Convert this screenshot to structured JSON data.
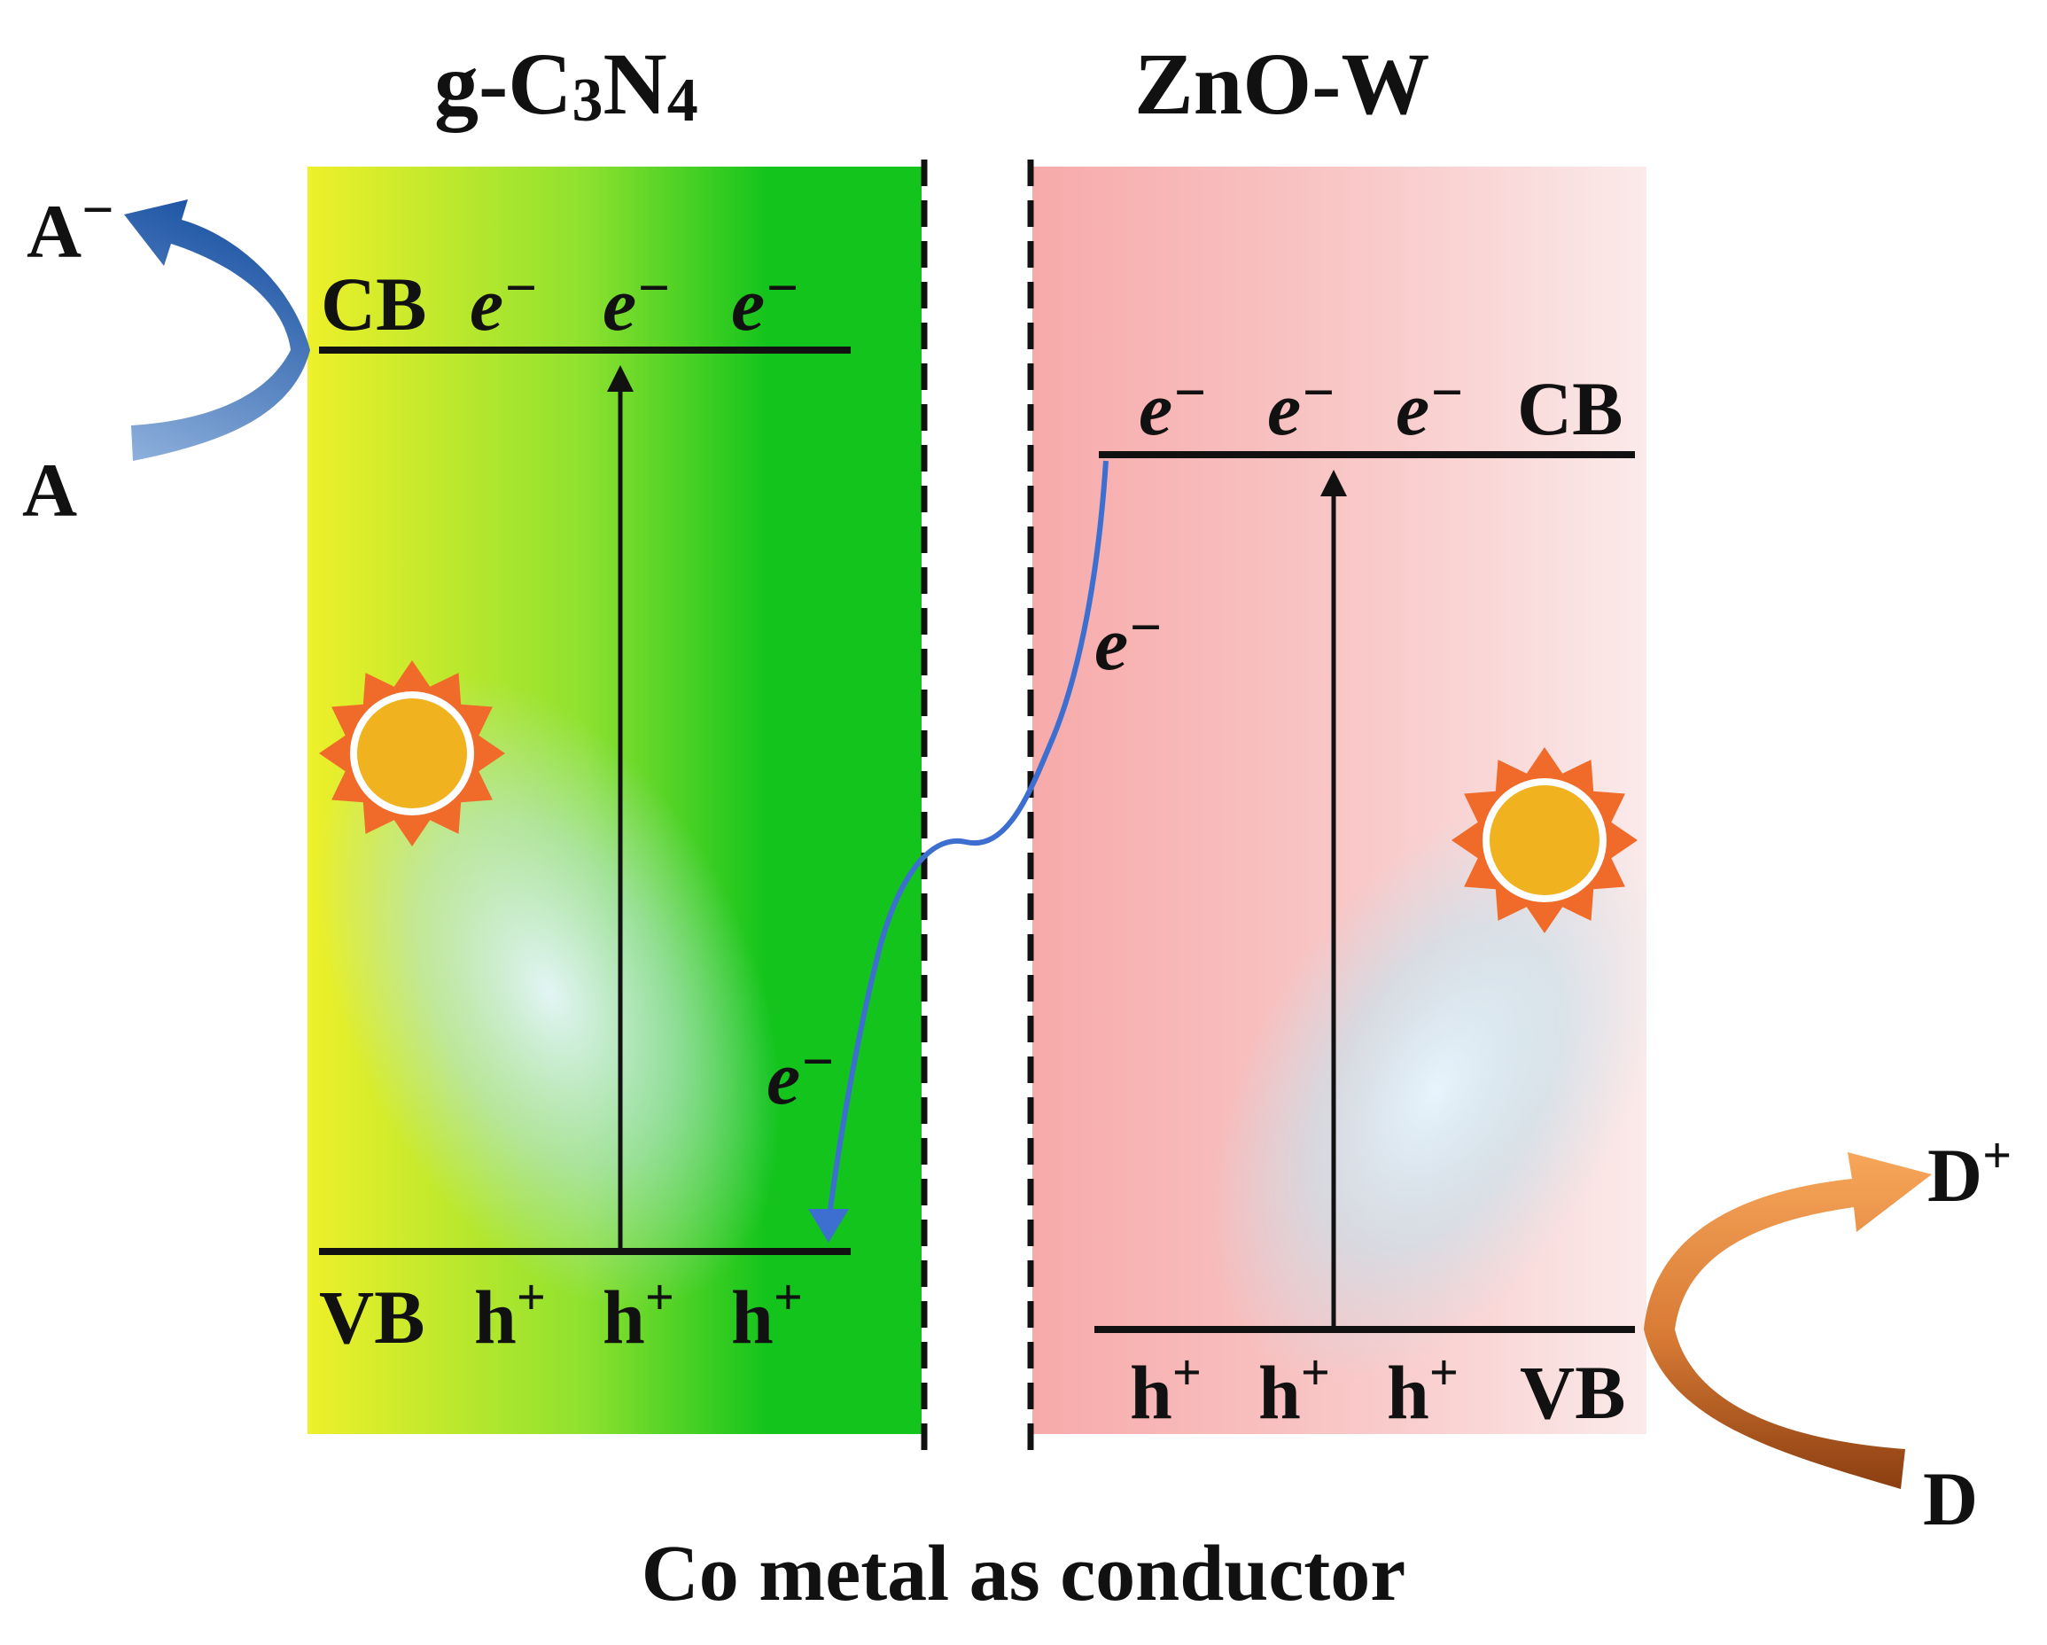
{
  "semiconductor_left": {
    "name_base": "g-C",
    "name_sub1": "3",
    "name_mid": "N",
    "name_sub2": "4",
    "cb_label": "CB",
    "vb_label": "VB",
    "electron_labels": [
      "e",
      "e",
      "e"
    ],
    "hole_labels": [
      "h",
      "h",
      "h"
    ],
    "electron_charge": "−",
    "hole_charge": "+",
    "gradient_colors": [
      "#eef02a",
      "#8fe12f",
      "#13c41c"
    ]
  },
  "semiconductor_right": {
    "name": "ZnO-W",
    "cb_label": "CB",
    "vb_label": "VB",
    "electron_labels": [
      "e",
      "e",
      "e"
    ],
    "hole_labels": [
      "h",
      "h",
      "h"
    ],
    "electron_charge": "−",
    "hole_charge": "+",
    "gradient_colors": [
      "#f7aaaa",
      "#f9c9c9",
      "#fbeaea"
    ]
  },
  "transfer": {
    "electron_label": "e",
    "electron_charge": "−",
    "color": "#3d6fd0"
  },
  "reactions": {
    "acceptor": "A",
    "acceptor_product": "A",
    "acceptor_charge": "−",
    "donor": "D",
    "donor_product": "D",
    "donor_charge": "+",
    "acceptor_arrow_color": "#2a62b0",
    "donor_arrow_color": "#e7802e"
  },
  "sun_colors": {
    "rays": "#f06a2a",
    "disk": "#f0b21e"
  },
  "footer": "Co metal as conductor"
}
